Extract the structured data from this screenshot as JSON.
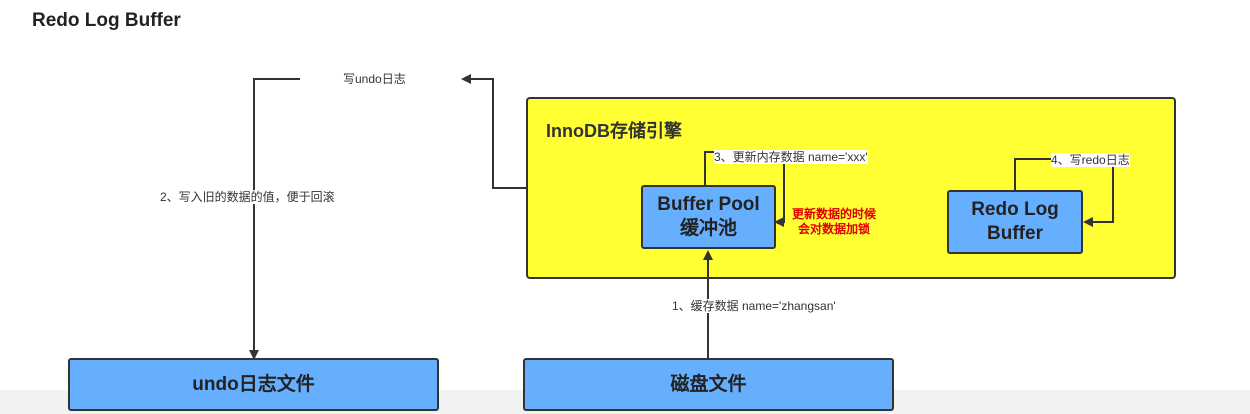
{
  "title": "Redo Log Buffer",
  "engine": {
    "label": "InnoDB存储引擎"
  },
  "nodes": {
    "buffer_pool": {
      "line1": "Buffer Pool",
      "line2": "缓冲池"
    },
    "redo_log_buffer": {
      "line1": "Redo Log",
      "line2": "Buffer"
    },
    "undo_file": {
      "label": "undo日志文件"
    },
    "disk_file": {
      "label": "磁盘文件"
    }
  },
  "labels": {
    "write_undo": "写undo日志",
    "write_old_value": "2、写入旧的数据的值，便于回滚",
    "update_memory": "3、更新内存数据  name='xxx'",
    "write_redo": "4、写redo日志",
    "cache_data": "1、缓存数据    name='zhangsan'",
    "lock_note_line1": "更新数据的时候",
    "lock_note_line2": "会对数据加锁"
  },
  "colors": {
    "engine_fill": "#ffff33",
    "node_fill": "#66afff",
    "note_red": "#e00000",
    "line": "#333333"
  }
}
